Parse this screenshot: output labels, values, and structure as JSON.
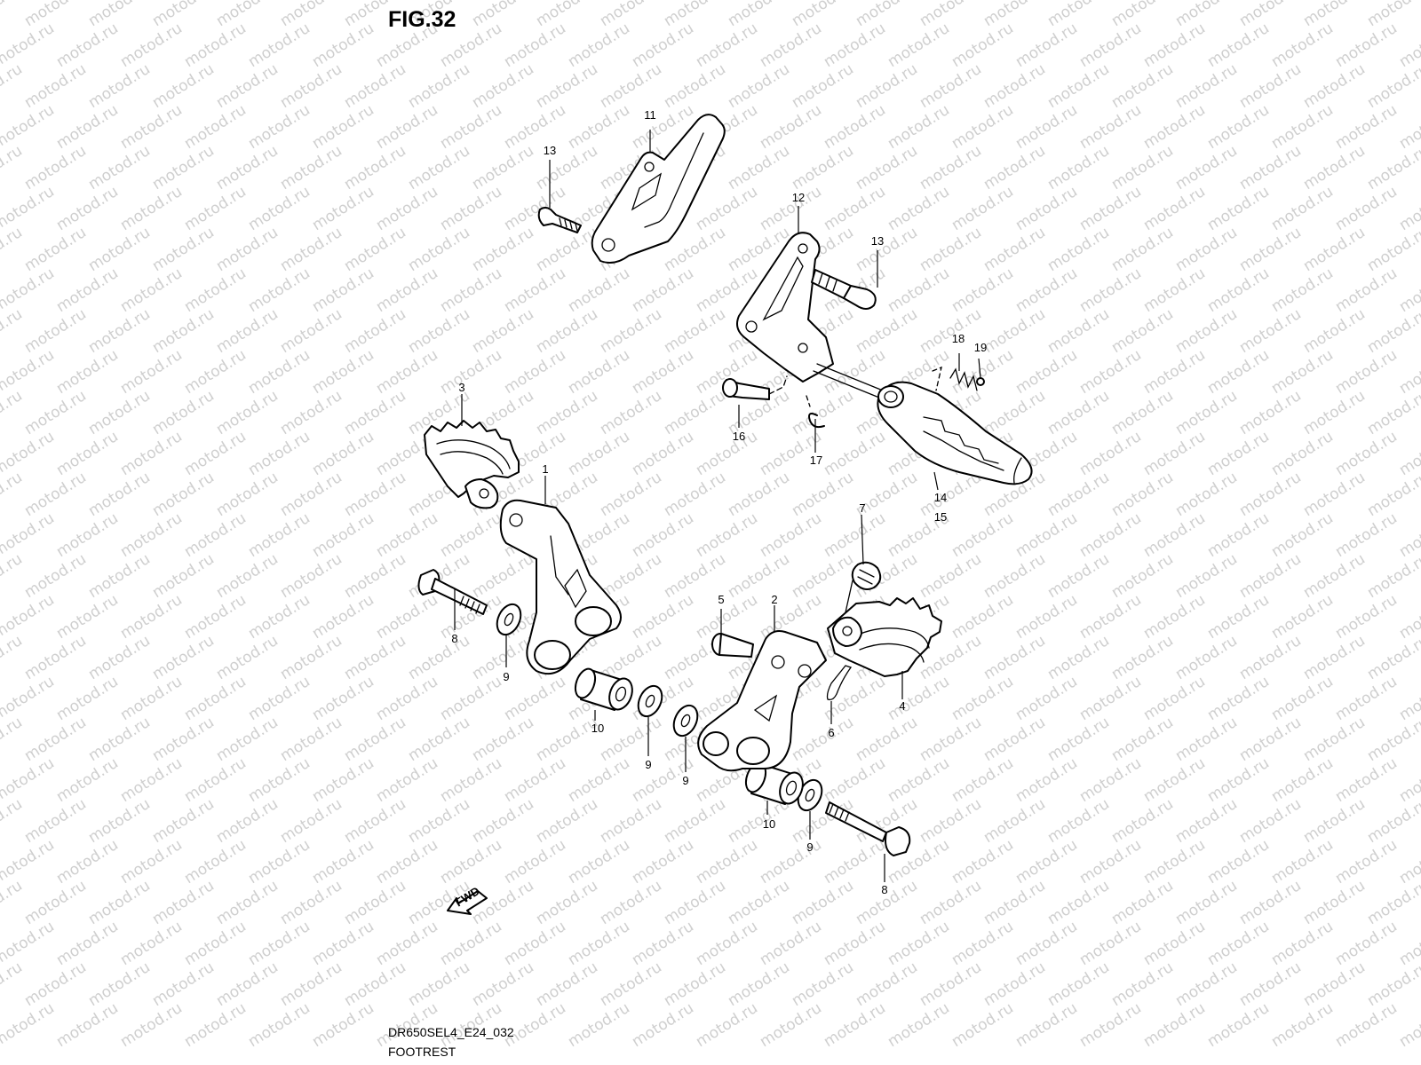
{
  "figure": {
    "title": "FIG.32",
    "code": "DR650SEL4_E24_032",
    "name": "FOOTREST",
    "direction_label": "FWD"
  },
  "watermark": "motod.ru",
  "callouts": [
    {
      "id": "c11",
      "label": "11"
    },
    {
      "id": "c13a",
      "label": "13"
    },
    {
      "id": "c12",
      "label": "12"
    },
    {
      "id": "c13b",
      "label": "13"
    },
    {
      "id": "c18",
      "label": "18"
    },
    {
      "id": "c19",
      "label": "19"
    },
    {
      "id": "c3",
      "label": "3"
    },
    {
      "id": "c1",
      "label": "1"
    },
    {
      "id": "c16",
      "label": "16"
    },
    {
      "id": "c17",
      "label": "17"
    },
    {
      "id": "c14",
      "label": "14"
    },
    {
      "id": "c15",
      "label": "15"
    },
    {
      "id": "c7",
      "label": "7"
    },
    {
      "id": "c5",
      "label": "5"
    },
    {
      "id": "c2",
      "label": "2"
    },
    {
      "id": "c8a",
      "label": "8"
    },
    {
      "id": "c9a",
      "label": "9"
    },
    {
      "id": "c10a",
      "label": "10"
    },
    {
      "id": "c9b",
      "label": "9"
    },
    {
      "id": "c4",
      "label": "4"
    },
    {
      "id": "c6",
      "label": "6"
    },
    {
      "id": "c9c",
      "label": "9"
    },
    {
      "id": "c10b",
      "label": "10"
    },
    {
      "id": "c9d",
      "label": "9"
    },
    {
      "id": "c8b",
      "label": "8"
    }
  ]
}
